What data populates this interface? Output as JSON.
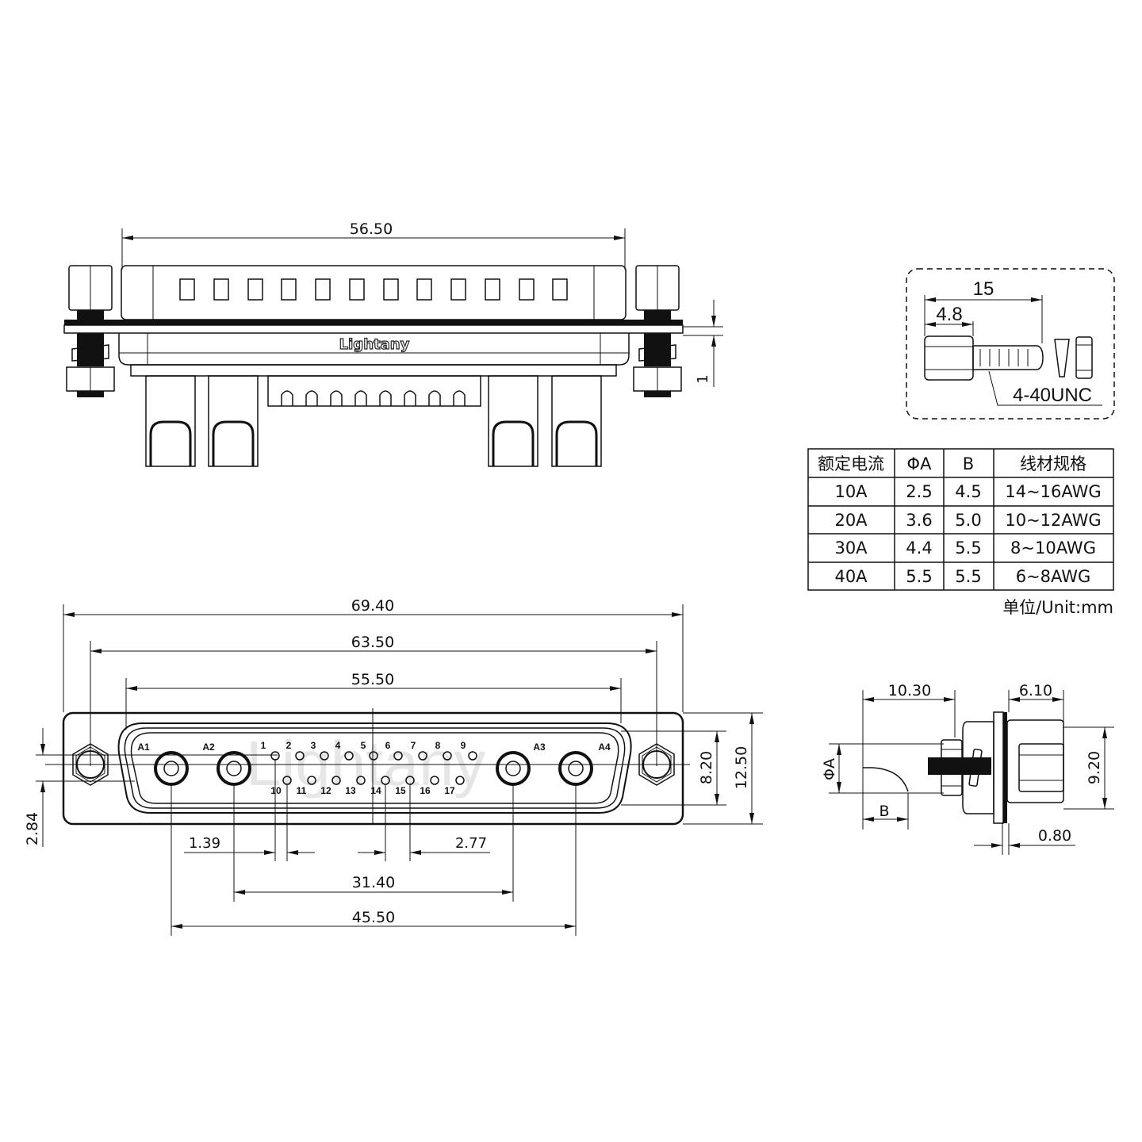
{
  "top_view": {
    "width_dim": "56.50",
    "flange_thickness_dim": "1",
    "brand_label": "Lightany",
    "signal_windows": 12,
    "power_contacts": 4,
    "signal_tails": 8
  },
  "front_view": {
    "dims": {
      "overall_width": "69.40",
      "mount_hole_spacing": "63.50",
      "shell_width": "55.50",
      "pin_pitch_small": "1.39",
      "pin_pitch_large": "2.77",
      "power_inner_spacing": "31.40",
      "power_outer_spacing": "45.50",
      "shell_height": "8.20",
      "flange_height": "12.50",
      "hole_offset": "2.84"
    },
    "power_labels": [
      "A1",
      "A2",
      "A3",
      "A4"
    ],
    "signal_row_top": [
      "1",
      "2",
      "3",
      "4",
      "5",
      "6",
      "7",
      "8",
      "9"
    ],
    "signal_row_bottom": [
      "10",
      "11",
      "12",
      "13",
      "14",
      "15",
      "16",
      "17"
    ],
    "watermark": "Lightany"
  },
  "screw_detail": {
    "length_dim": "15",
    "head_dim": "4.8",
    "thread_label": "4-40UNC"
  },
  "side_view": {
    "dims": {
      "tail_length": "10.30",
      "front_depth": "6.10",
      "height": "9.20",
      "panel_thickness": "0.80",
      "dia_a": "ΦA",
      "b": "B"
    }
  },
  "spec_table": {
    "headers": [
      "额定电流",
      "ΦA",
      "B",
      "线材规格"
    ],
    "rows": [
      [
        "10A",
        "2.5",
        "4.5",
        "14~16AWG"
      ],
      [
        "20A",
        "3.6",
        "5.0",
        "10~12AWG"
      ],
      [
        "30A",
        "4.4",
        "5.5",
        "8~10AWG"
      ],
      [
        "40A",
        "5.5",
        "5.5",
        "6~8AWG"
      ]
    ],
    "unit_note": "单位/Unit:mm"
  }
}
